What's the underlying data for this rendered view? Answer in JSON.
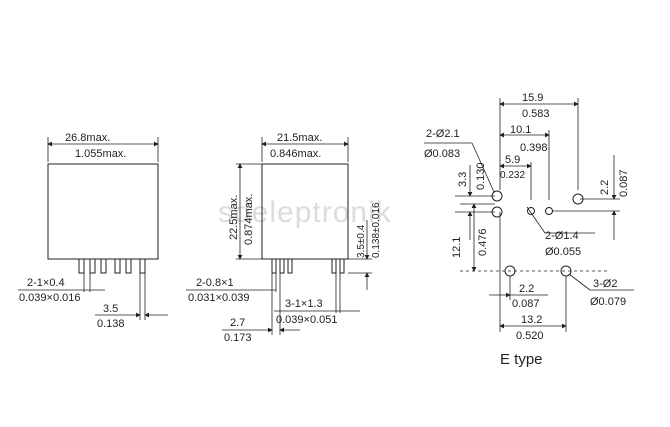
{
  "watermark": "sdeleptronik",
  "view1": {
    "width_mm": "26.8max.",
    "width_in": "1.055max.",
    "pin_mm": "2-1×0.4",
    "pin_in": "0.039×0.016",
    "pitch_mm": "3.5",
    "pitch_in": "0.138"
  },
  "view2": {
    "width_mm": "21.5max.",
    "width_in": "0.846max.",
    "height_mm": "22.5max.",
    "height_in": "0.874max.",
    "pinlen_mm": "3.5±0.4",
    "pinlen_in": "0.138±0.016",
    "pin_a_mm": "2-0.8×1",
    "pin_a_in": "0.031×0.039",
    "pin_b_mm": "3-1×1.3",
    "pin_b_in": "0.039×0.051",
    "pitch_mm": "2.7",
    "pitch_in": "0.173"
  },
  "view3": {
    "top_mm": "15.9",
    "top_in": "0.583",
    "mid_mm": "10.1",
    "mid_in": "0.398",
    "small_mm": "5.9",
    "small_in": "0.232",
    "hole_big_mm": "2-Ø2.1",
    "hole_big_in": "Ø0.083",
    "left_v_mm": "3.3",
    "left_v_in": "0.130",
    "right_v_mm": "2.2",
    "right_v_in": "0.087",
    "center_v_mm": "12.1",
    "center_v_in": "0.476",
    "hole_small_mm": "2-Ø1.4",
    "hole_small_in": "Ø0.055",
    "hole_c_mm": "3-Ø2",
    "hole_c_in": "Ø0.079",
    "bottom_small_mm": "2.2",
    "bottom_small_in": "0.087",
    "bottom_mm": "13.2",
    "bottom_in": "0.520",
    "type_label": "E type"
  }
}
